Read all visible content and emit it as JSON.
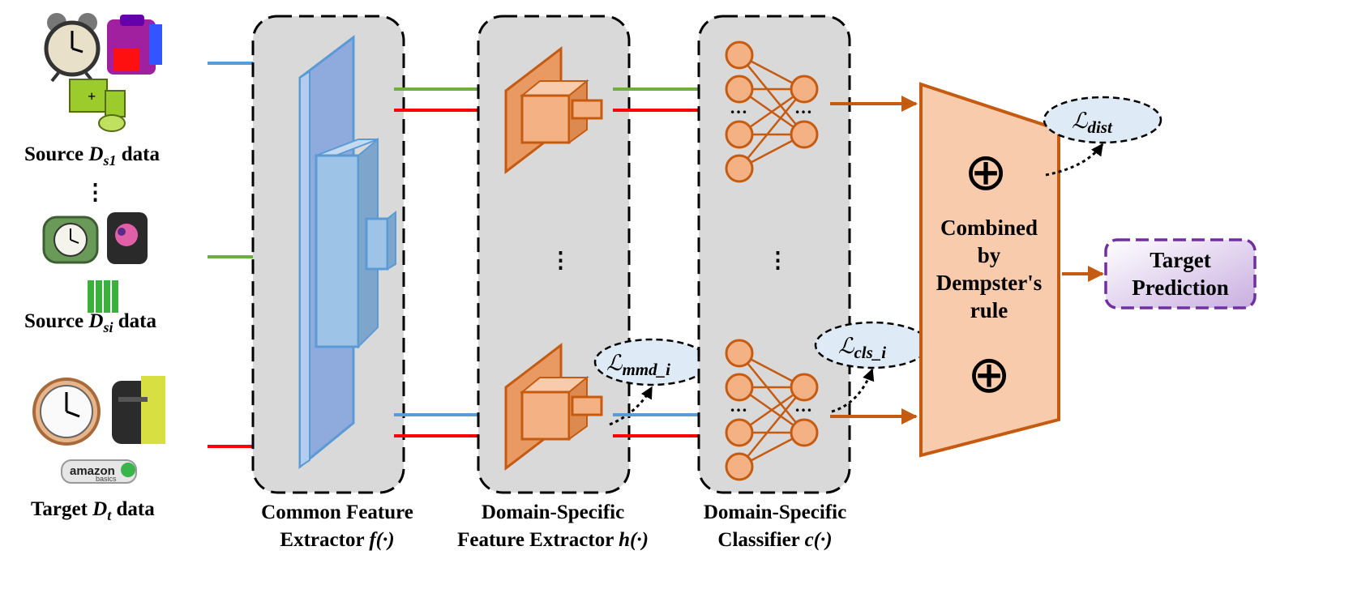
{
  "sources": {
    "source1_prefix": "Source ",
    "source1_var": "D",
    "source1_sub": "s1",
    "source1_suffix": " data",
    "sourcei_prefix": "Source ",
    "sourcei_var": "D",
    "sourcei_sub": "si",
    "sourcei_suffix": " data",
    "target_prefix": "Target ",
    "target_var": "D",
    "target_sub": "t",
    "target_suffix": " data",
    "amazon_text": "amazon",
    "amazon_sub": "basics"
  },
  "modules": {
    "common_line1": "Common Feature",
    "common_line2_text": "Extractor ",
    "common_line2_fn": "f(·)",
    "dsfe_line1": "Domain-Specific",
    "dsfe_line2_text": "Feature Extractor ",
    "dsfe_line2_fn": "h(·)",
    "dsc_line1": "Domain-Specific",
    "dsc_line2_text": "Classifier ",
    "dsc_line2_fn": "c(·)"
  },
  "combiner": {
    "line1": "Combined",
    "line2": "by",
    "line3": "Dempster's",
    "line4": "rule",
    "symbol": "⊕"
  },
  "losses": {
    "mmd_main": "ℒ",
    "mmd_sub": "mmd_i",
    "cls_main": "ℒ",
    "cls_sub": "cls_i",
    "dist_main": "ℒ",
    "dist_sub": "dist"
  },
  "output": {
    "line1": "Target",
    "line2": "Prediction"
  },
  "ellipsis": "⋮",
  "colors": {
    "blue": "#5b9bd5",
    "green": "#70ad47",
    "red": "#ff0000",
    "orange": "#c55a11",
    "orange_fill": "#f4b183",
    "box_fill": "#d9d9d9",
    "loss_fill": "#deebf7",
    "pred_fill": "#d8c3e8",
    "pred_border": "#7030a0"
  }
}
